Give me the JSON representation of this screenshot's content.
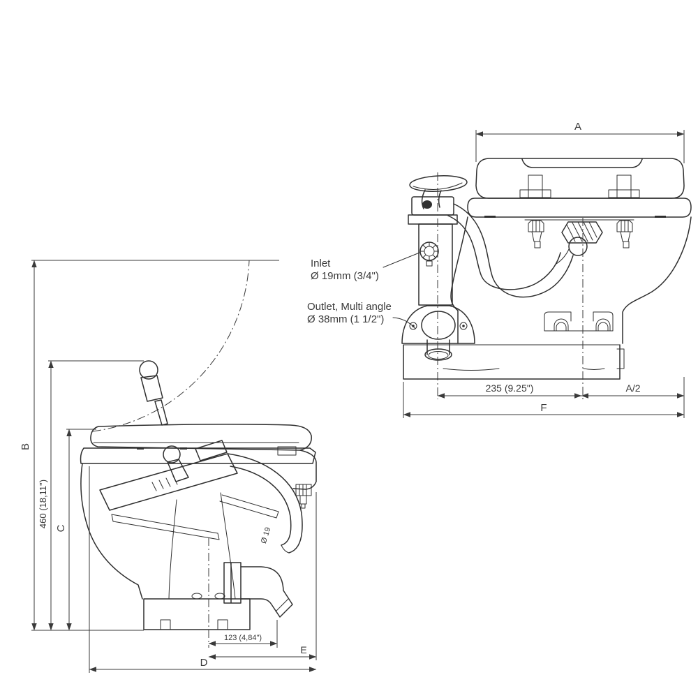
{
  "colors": {
    "background": "#ffffff",
    "line": "#2f2f2f",
    "text": "#3a3a3a"
  },
  "front_view": {
    "dim_a": "A",
    "dim_235": "235 (9.25\")",
    "dim_a2": "A/2",
    "dim_f": "F",
    "inlet_label_1": "Inlet",
    "inlet_label_2": "Ø 19mm (3/4\")",
    "outlet_label_1": "Outlet, Multi angle",
    "outlet_label_2": "Ø 38mm (1 1/2\")"
  },
  "side_view": {
    "dim_b": "B",
    "dim_460": "460  (18,11\")",
    "dim_c": "C",
    "dim_d": "D",
    "dim_e": "E",
    "dim_123": "123 (4,84\")",
    "dim_o19": "Ø 19"
  }
}
